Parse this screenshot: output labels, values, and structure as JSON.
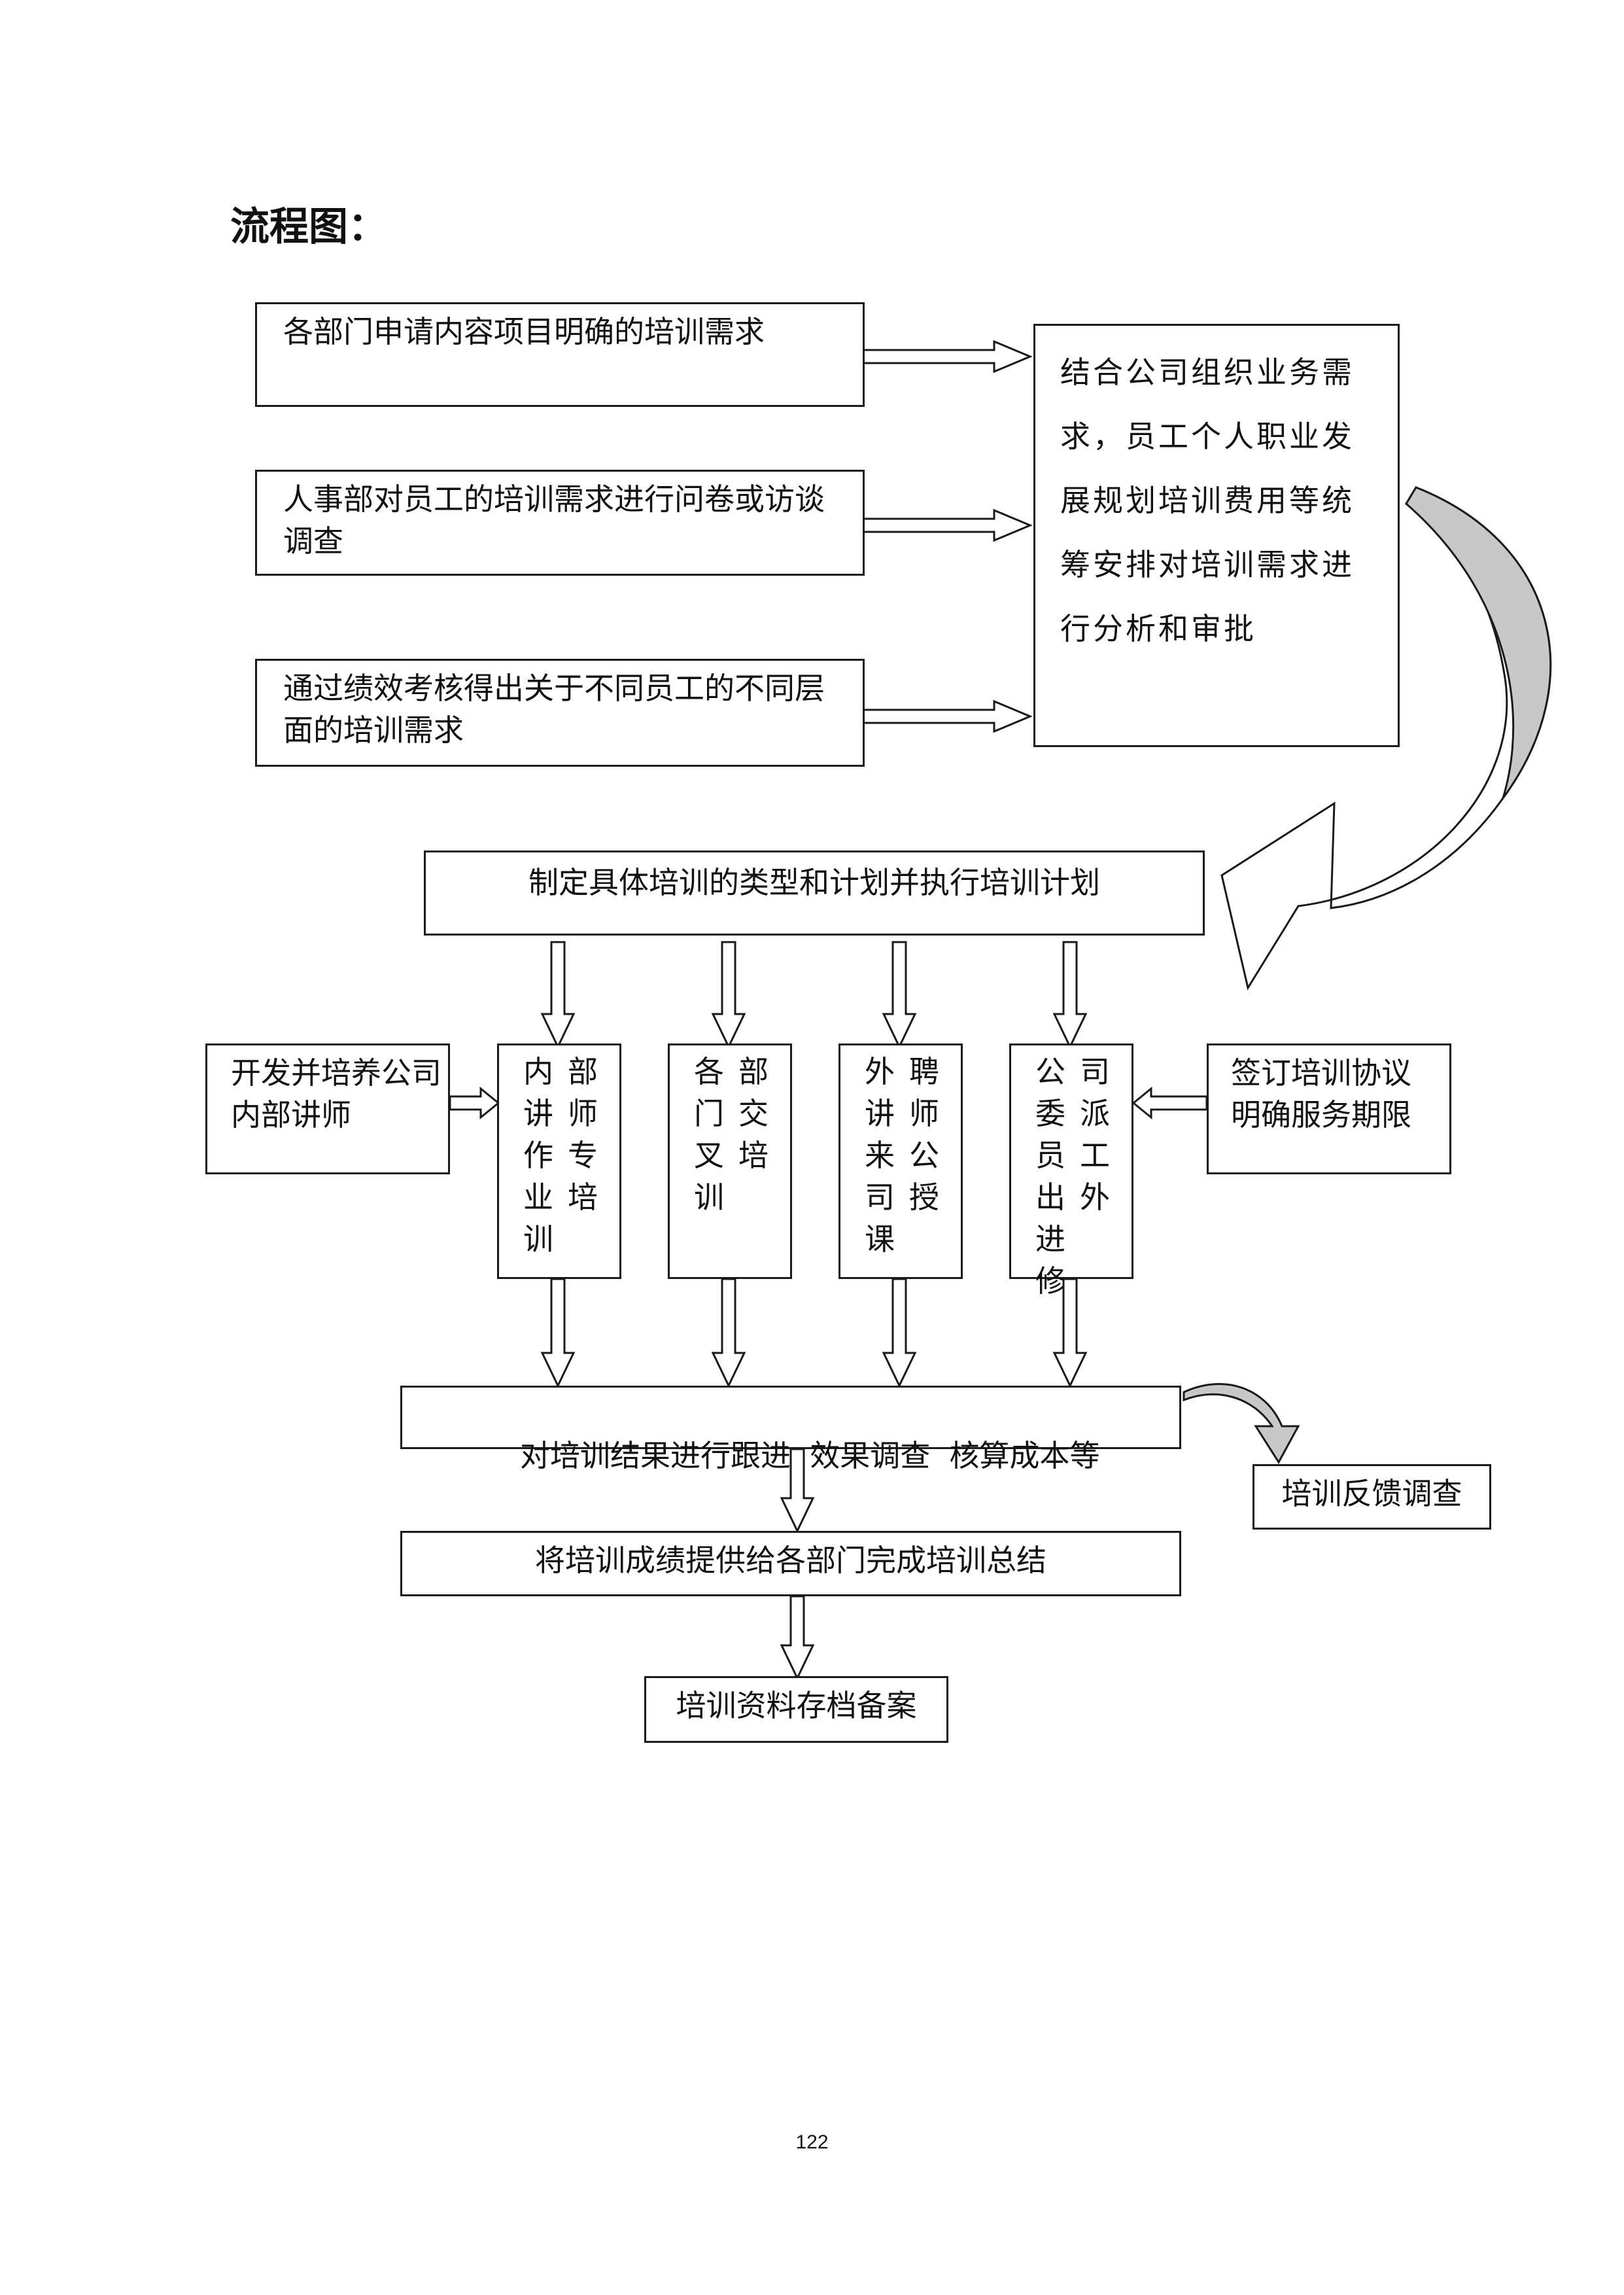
{
  "title": "流程图：",
  "page_number": "122",
  "boxes": {
    "req_dept": "各部门申请内容项目明确的培训需求",
    "req_hr": "人事部对员工的培训需求进行问卷或访谈调查",
    "req_perf": "通过绩效考核得出关于不同员工的不同层面的培训需求",
    "analysis": "结合公司组织业务需求，员工个人职业发展规划培训费用等统筹安排对培训需求进行分析和审批",
    "plan": "制定具体培训的类型和计划并执行培训计划",
    "develop_trainers": "开发并培养公司内部讲师",
    "internal": [
      "内讲作业训",
      "部师专培"
    ],
    "cross_dept": [
      "各门叉训",
      "部交培"
    ],
    "external": [
      "外讲来司课",
      "聘师公授"
    ],
    "outside_study": [
      "公委员出进修",
      "司派工外"
    ],
    "sign_agreement": "签订培训协议明确服务期限",
    "follow_up": "对培训结果进行跟进  效果调查  核算成本等",
    "feedback": "培训反馈调查",
    "summary": "将培训成绩提供给各部门完成培训总结",
    "archive": "培训资料存档备案"
  }
}
